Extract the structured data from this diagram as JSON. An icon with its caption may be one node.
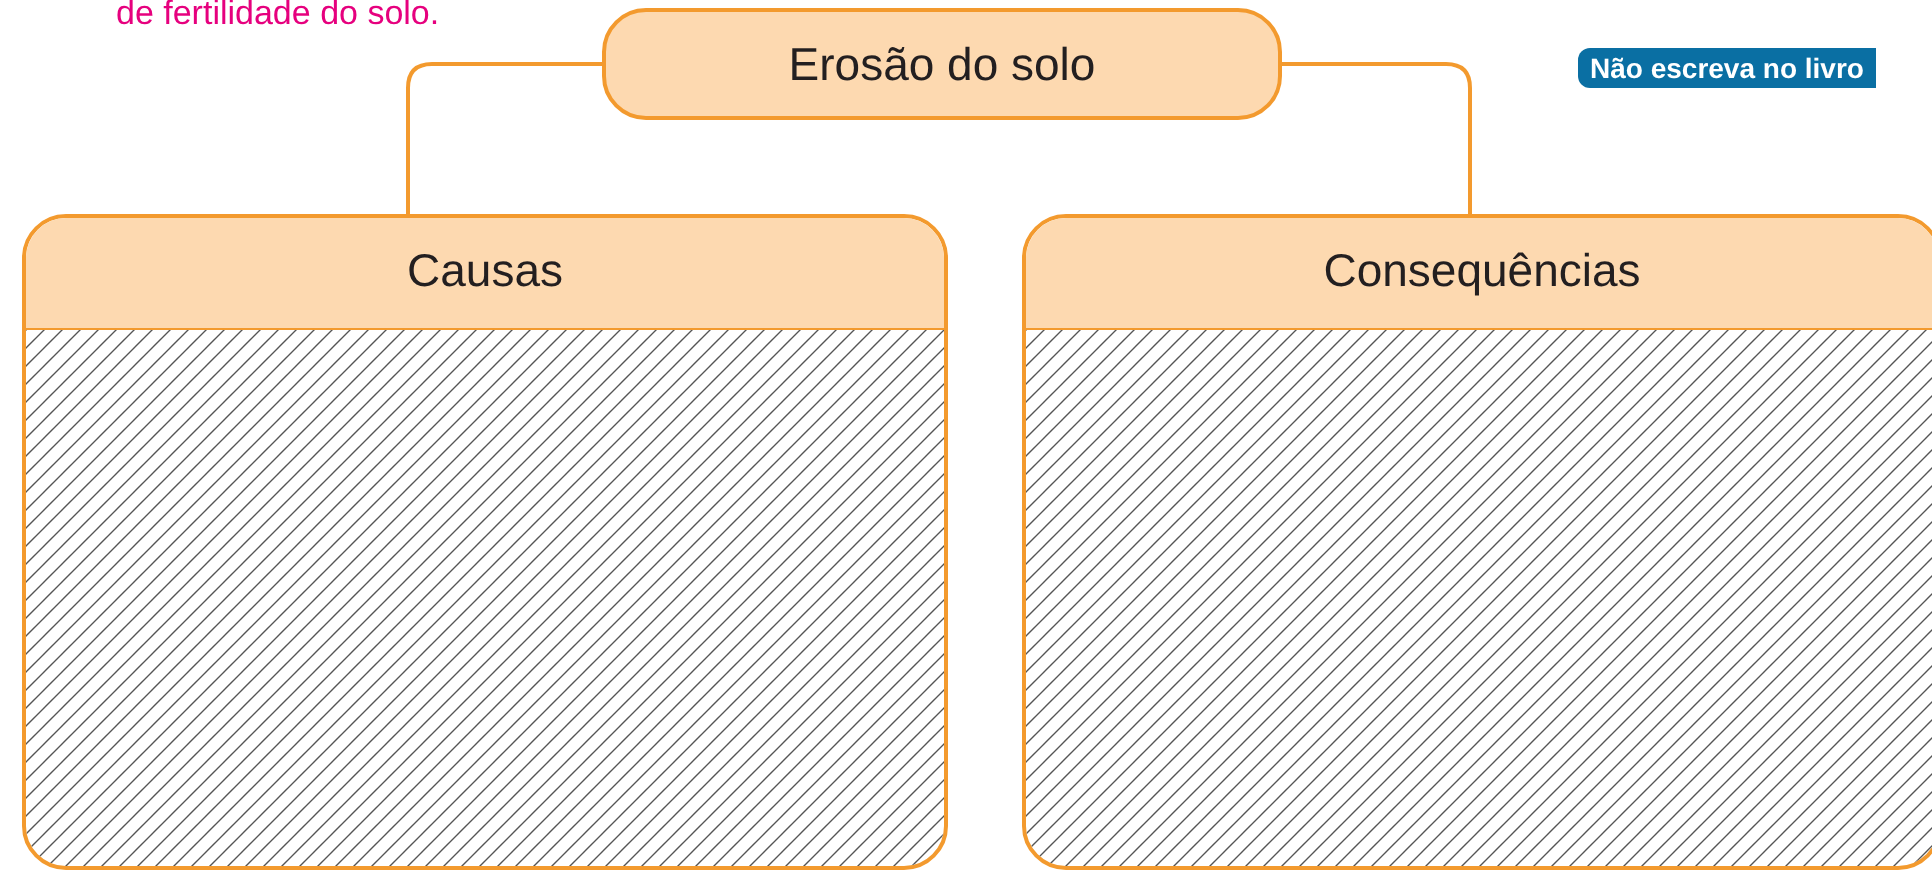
{
  "diagram": {
    "nodes": [
      {
        "text": [
          "Erosão do solo"
        ]
      },
      {
        "text": [
          "Causas"
        ]
      },
      {
        "text": [
          "Consequências"
        ]
      }
    ],
    "edges": [
      {
        "from": 0,
        "to": 1,
        "arrow": "none"
      },
      {
        "from": 0,
        "to": 2,
        "arrow": "none"
      }
    ],
    "labels": [
      "de fertilidade do solo.",
      "Não escreva no livro"
    ]
  }
}
